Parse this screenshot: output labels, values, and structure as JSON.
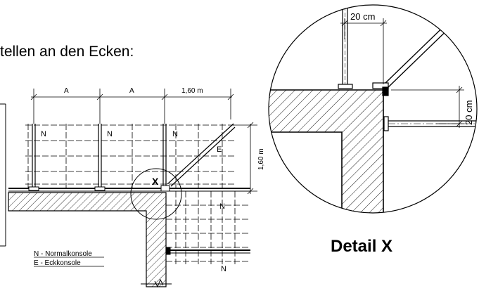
{
  "heading_fragment": "tellen an den Ecken:",
  "plan": {
    "dim_a_1": "A",
    "dim_a_2": "A",
    "dim_corner_horizontal": "1,60 m",
    "dim_corner_vertical": "1,60 m",
    "label_n_1": "N",
    "label_n_2": "N",
    "label_n_3": "N",
    "label_n_4": "N",
    "label_n_5": "N",
    "label_e": "E",
    "label_x": "X"
  },
  "legend": {
    "normal": "N - Normalkonsole",
    "corner": "E - Eckkonsole"
  },
  "detail": {
    "dim_top": "20 cm",
    "dim_side": "20 cm",
    "title": "Detail X"
  }
}
